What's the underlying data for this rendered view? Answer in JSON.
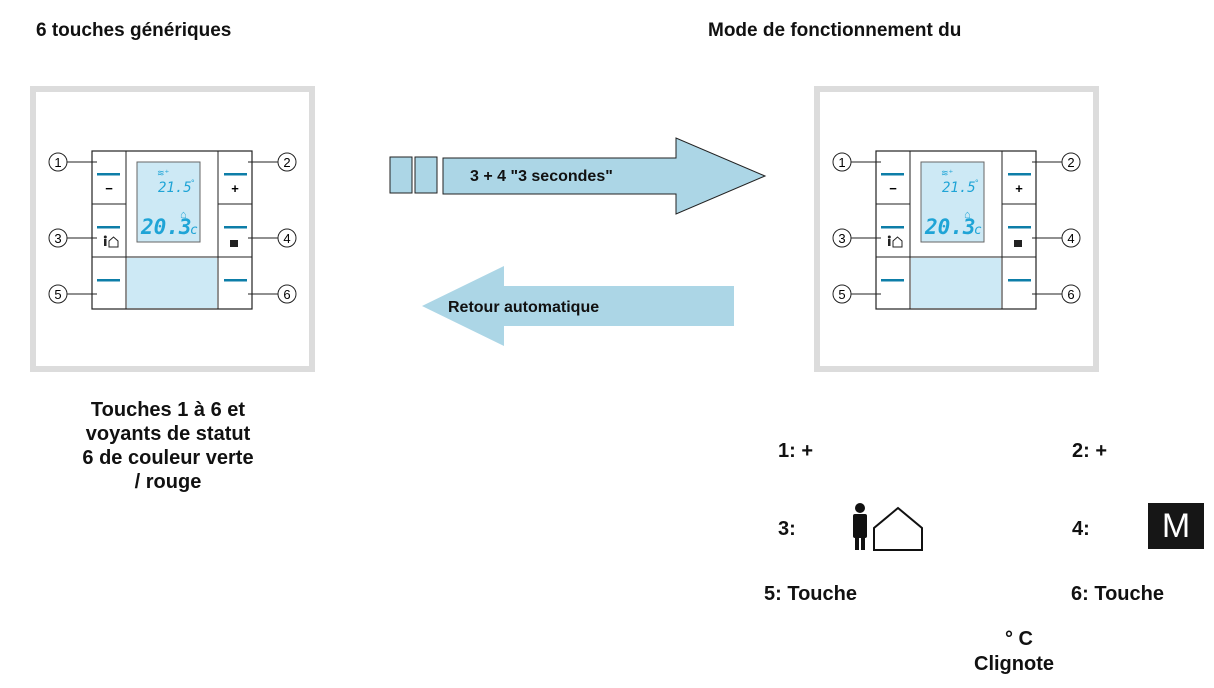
{
  "left_panel": {
    "title": "6 touches génériques",
    "caption_lines": [
      "Touches 1 à 6 et",
      "voyants de statut",
      "6 de couleur verte",
      "/ rouge"
    ]
  },
  "right_panel": {
    "title": "Mode de fonctionnement du"
  },
  "device": {
    "callouts": [
      "1",
      "2",
      "3",
      "4",
      "5",
      "6"
    ],
    "key_symbols": {
      "minus": "−",
      "plus": "+",
      "mode_m": "M"
    },
    "display": {
      "setpoint": "21.5",
      "setpoint_unit": "°",
      "temperature": "20.3",
      "temperature_unit": "c"
    }
  },
  "arrows": {
    "forward_label": "3 + 4 \"3 secondes\"",
    "back_label": "Retour automatique"
  },
  "legend": {
    "item1": "1: +",
    "item2": "2: +",
    "item3": "3:",
    "item4": "4:",
    "item4_symbol": "M",
    "item5": "5: Touche",
    "item6": "6: Touche",
    "note_line1": "° C",
    "note_line2": "Clignote"
  },
  "colors": {
    "led": "#0d7ea8",
    "display_bg": "#cde9f5",
    "arrow_fill": "#acd6e6",
    "frame": "#dcdcdc"
  }
}
